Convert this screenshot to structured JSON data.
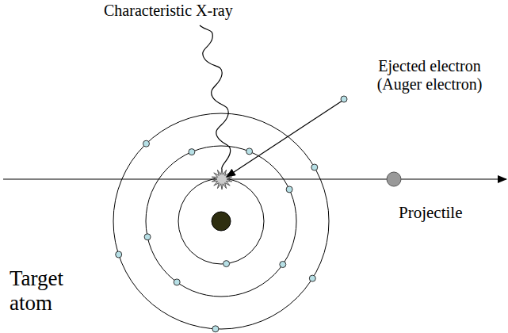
{
  "diagram": {
    "labels": [
      "Characteristic X-ray",
      "Ejected electron (Auger electron)",
      "Projectile",
      "Target atom"
    ]
  }
}
